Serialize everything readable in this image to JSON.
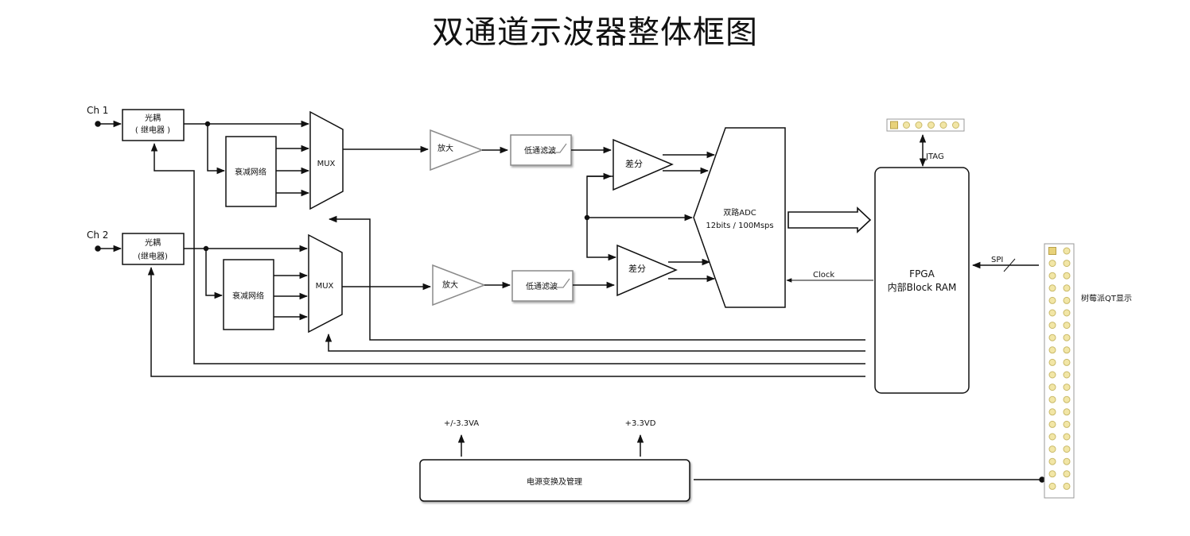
{
  "title": "双通道示波器整体框图",
  "channels": {
    "ch1": {
      "input_label": "Ch 1",
      "relay_line1": "光耦",
      "relay_line2": "( 继电器 )",
      "attenuator": "衰减网络",
      "mux": "MUX",
      "amp": "放大",
      "filter": "低通滤波",
      "diff": "差分"
    },
    "ch2": {
      "input_label": "Ch 2",
      "relay_line1": "光耦",
      "relay_line2": "(继电器)",
      "attenuator": "衰减网络",
      "mux": "MUX",
      "amp": "放大",
      "filter": "低通滤波",
      "diff": "差分"
    }
  },
  "adc": {
    "line1": "双路ADC",
    "line2": "12bits / 100Msps"
  },
  "fpga": {
    "line1": "FPGA",
    "line2": "内部Block RAM"
  },
  "links": {
    "jtag": "JTAG",
    "clock": "Clock",
    "spi": "SPI"
  },
  "raspberry": {
    "label": "树莓派QT显示",
    "header_rows": 20,
    "header_cols": 2
  },
  "jtag_header_pins": 6,
  "power": {
    "block": "电源变换及管理",
    "analog_rail": "+/-3.3VA",
    "digital_rail": "+3.3VD"
  },
  "colors": {
    "line": "#111111",
    "grey_shape": "#8a8a8a",
    "pin_fill": "#f2e6a6",
    "pin_fill_first": "#e8d27a"
  }
}
